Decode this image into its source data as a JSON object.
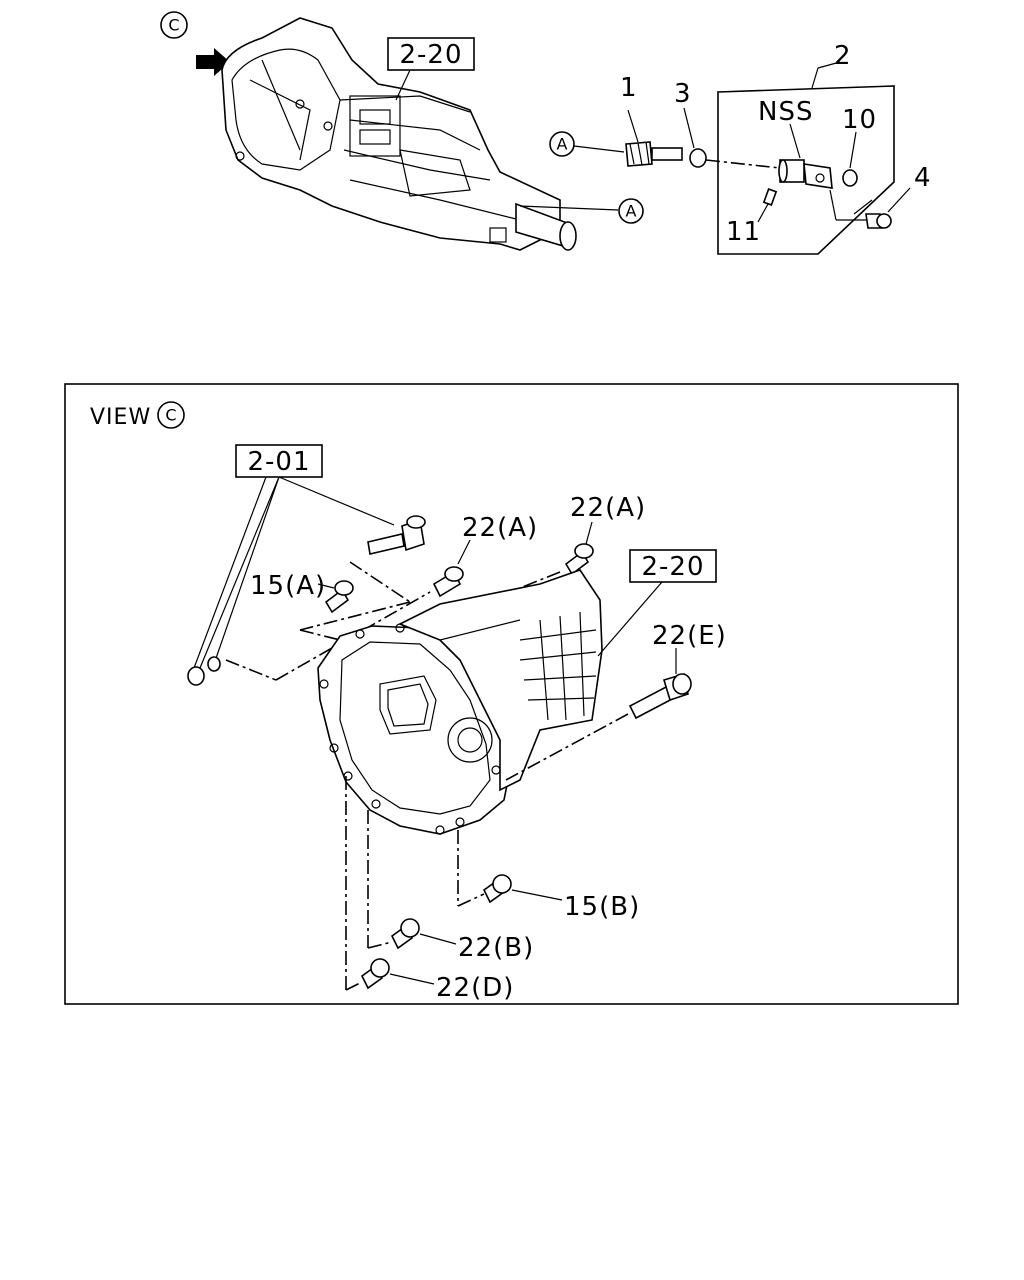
{
  "top": {
    "view_marker": "C",
    "ref_box": "2-20",
    "callout_a1": "A",
    "callout_a2": "A",
    "label_1": "1",
    "label_2": "2",
    "label_3": "3",
    "label_4": "4",
    "label_10": "10",
    "label_11": "11",
    "label_nss": "NSS"
  },
  "view": {
    "title": "VIEW",
    "marker": "C",
    "ref_box_201": "2-01",
    "ref_box_220": "2-20",
    "label_22a_1": "22(A)",
    "label_22a_2": "22(A)",
    "label_15a": "15(A)",
    "label_22e": "22(E)",
    "label_15b": "15(B)",
    "label_22b": "22(B)",
    "label_22d": "22(D)"
  }
}
